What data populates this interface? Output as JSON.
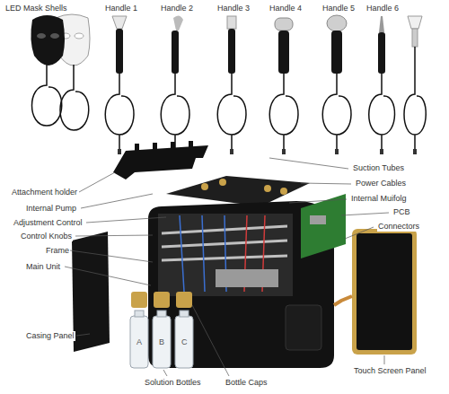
{
  "diagram": {
    "labels": [
      "LED Mask Shells",
      "Handle 1",
      "Handle 2",
      "Handle 3",
      "Handle 4",
      "Handle 5",
      "Handle 6",
      "Attachment holder",
      "Internal Pump",
      "Adjustment Control",
      "Control Knobs",
      "Frame",
      "Suction Tubes",
      "Power Cables",
      "Internal Muifolg",
      "PCB",
      "Connectors",
      "Main Unit",
      "Casing Panel",
      "Touch Screen Panel",
      "Solution Bottles",
      "Bottle Caps",
      "A",
      "B",
      "C"
    ]
  }
}
